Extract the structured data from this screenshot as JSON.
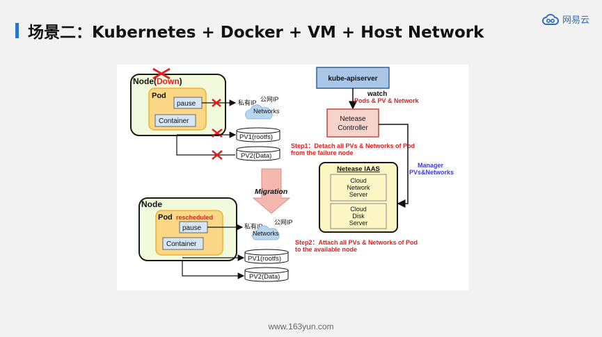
{
  "slide": {
    "title": "场景二：Kubernetes + Docker + VM + Host Network",
    "logo_text": "网易云",
    "footer": "www.163yun.com",
    "accent_color": "#2b73c9"
  },
  "diagram": {
    "node1_label": "Node(",
    "node1_down": "Down",
    "node1_close": ")",
    "pod1_label": "Pod",
    "pause1": "pause",
    "container1": "Container",
    "private_ip1": "私有IP",
    "public_ip1": "公网IP",
    "networks1": "Networks",
    "pv1_rootfs": "PV1(rootfs)",
    "pv2_data": "PV2(Data)",
    "migration": "Migration",
    "node2_label": "Node",
    "pod2_label": "Pod",
    "rescheduled": "rescheduled",
    "pause2": "pause",
    "container2": "Container",
    "private_ip2": "私有IP",
    "public_ip2": "公网IP",
    "networks2": "Networks",
    "pv1b_rootfs": "PV1(rootfs)",
    "pv2b_data": "PV2(Data)",
    "apiserver": "kube-apiserver",
    "watch": "watch",
    "watch_detail": "Pods & PV & Network",
    "controller_line1": "Netease",
    "controller_line2": "Controller",
    "step1_line1": "Step1：Detach all PVs & Networks of Pod",
    "step1_line2": "from the failure node",
    "manager_line1": "Manager",
    "manager_line2": "PVs&Networks",
    "iaas_title": "Netease IAAS",
    "cns_line1": "Cloud",
    "cns_line2": "Network",
    "cns_line3": "Server",
    "cds_line1": "Cloud",
    "cds_line2": "Disk",
    "cds_line3": "Server",
    "step2_line1": "Step2：Attach all PVs & Networks of Pod",
    "step2_line2": "to the available node"
  },
  "colors": {
    "node_fill": "#f1fadc",
    "node_border": "#1a1a1a",
    "pod_fill": "#fbd786",
    "pod_border": "#f0b030",
    "inner_box": "#d6e6f7",
    "red": "#e02020",
    "blue_text": "#3b3bd0",
    "apiserver_fill": "#a9c6e8",
    "controller_fill": "#f6d4cc",
    "iaas_fill": "#fbf6c4",
    "migration_arrow": "#f4b8b0"
  }
}
